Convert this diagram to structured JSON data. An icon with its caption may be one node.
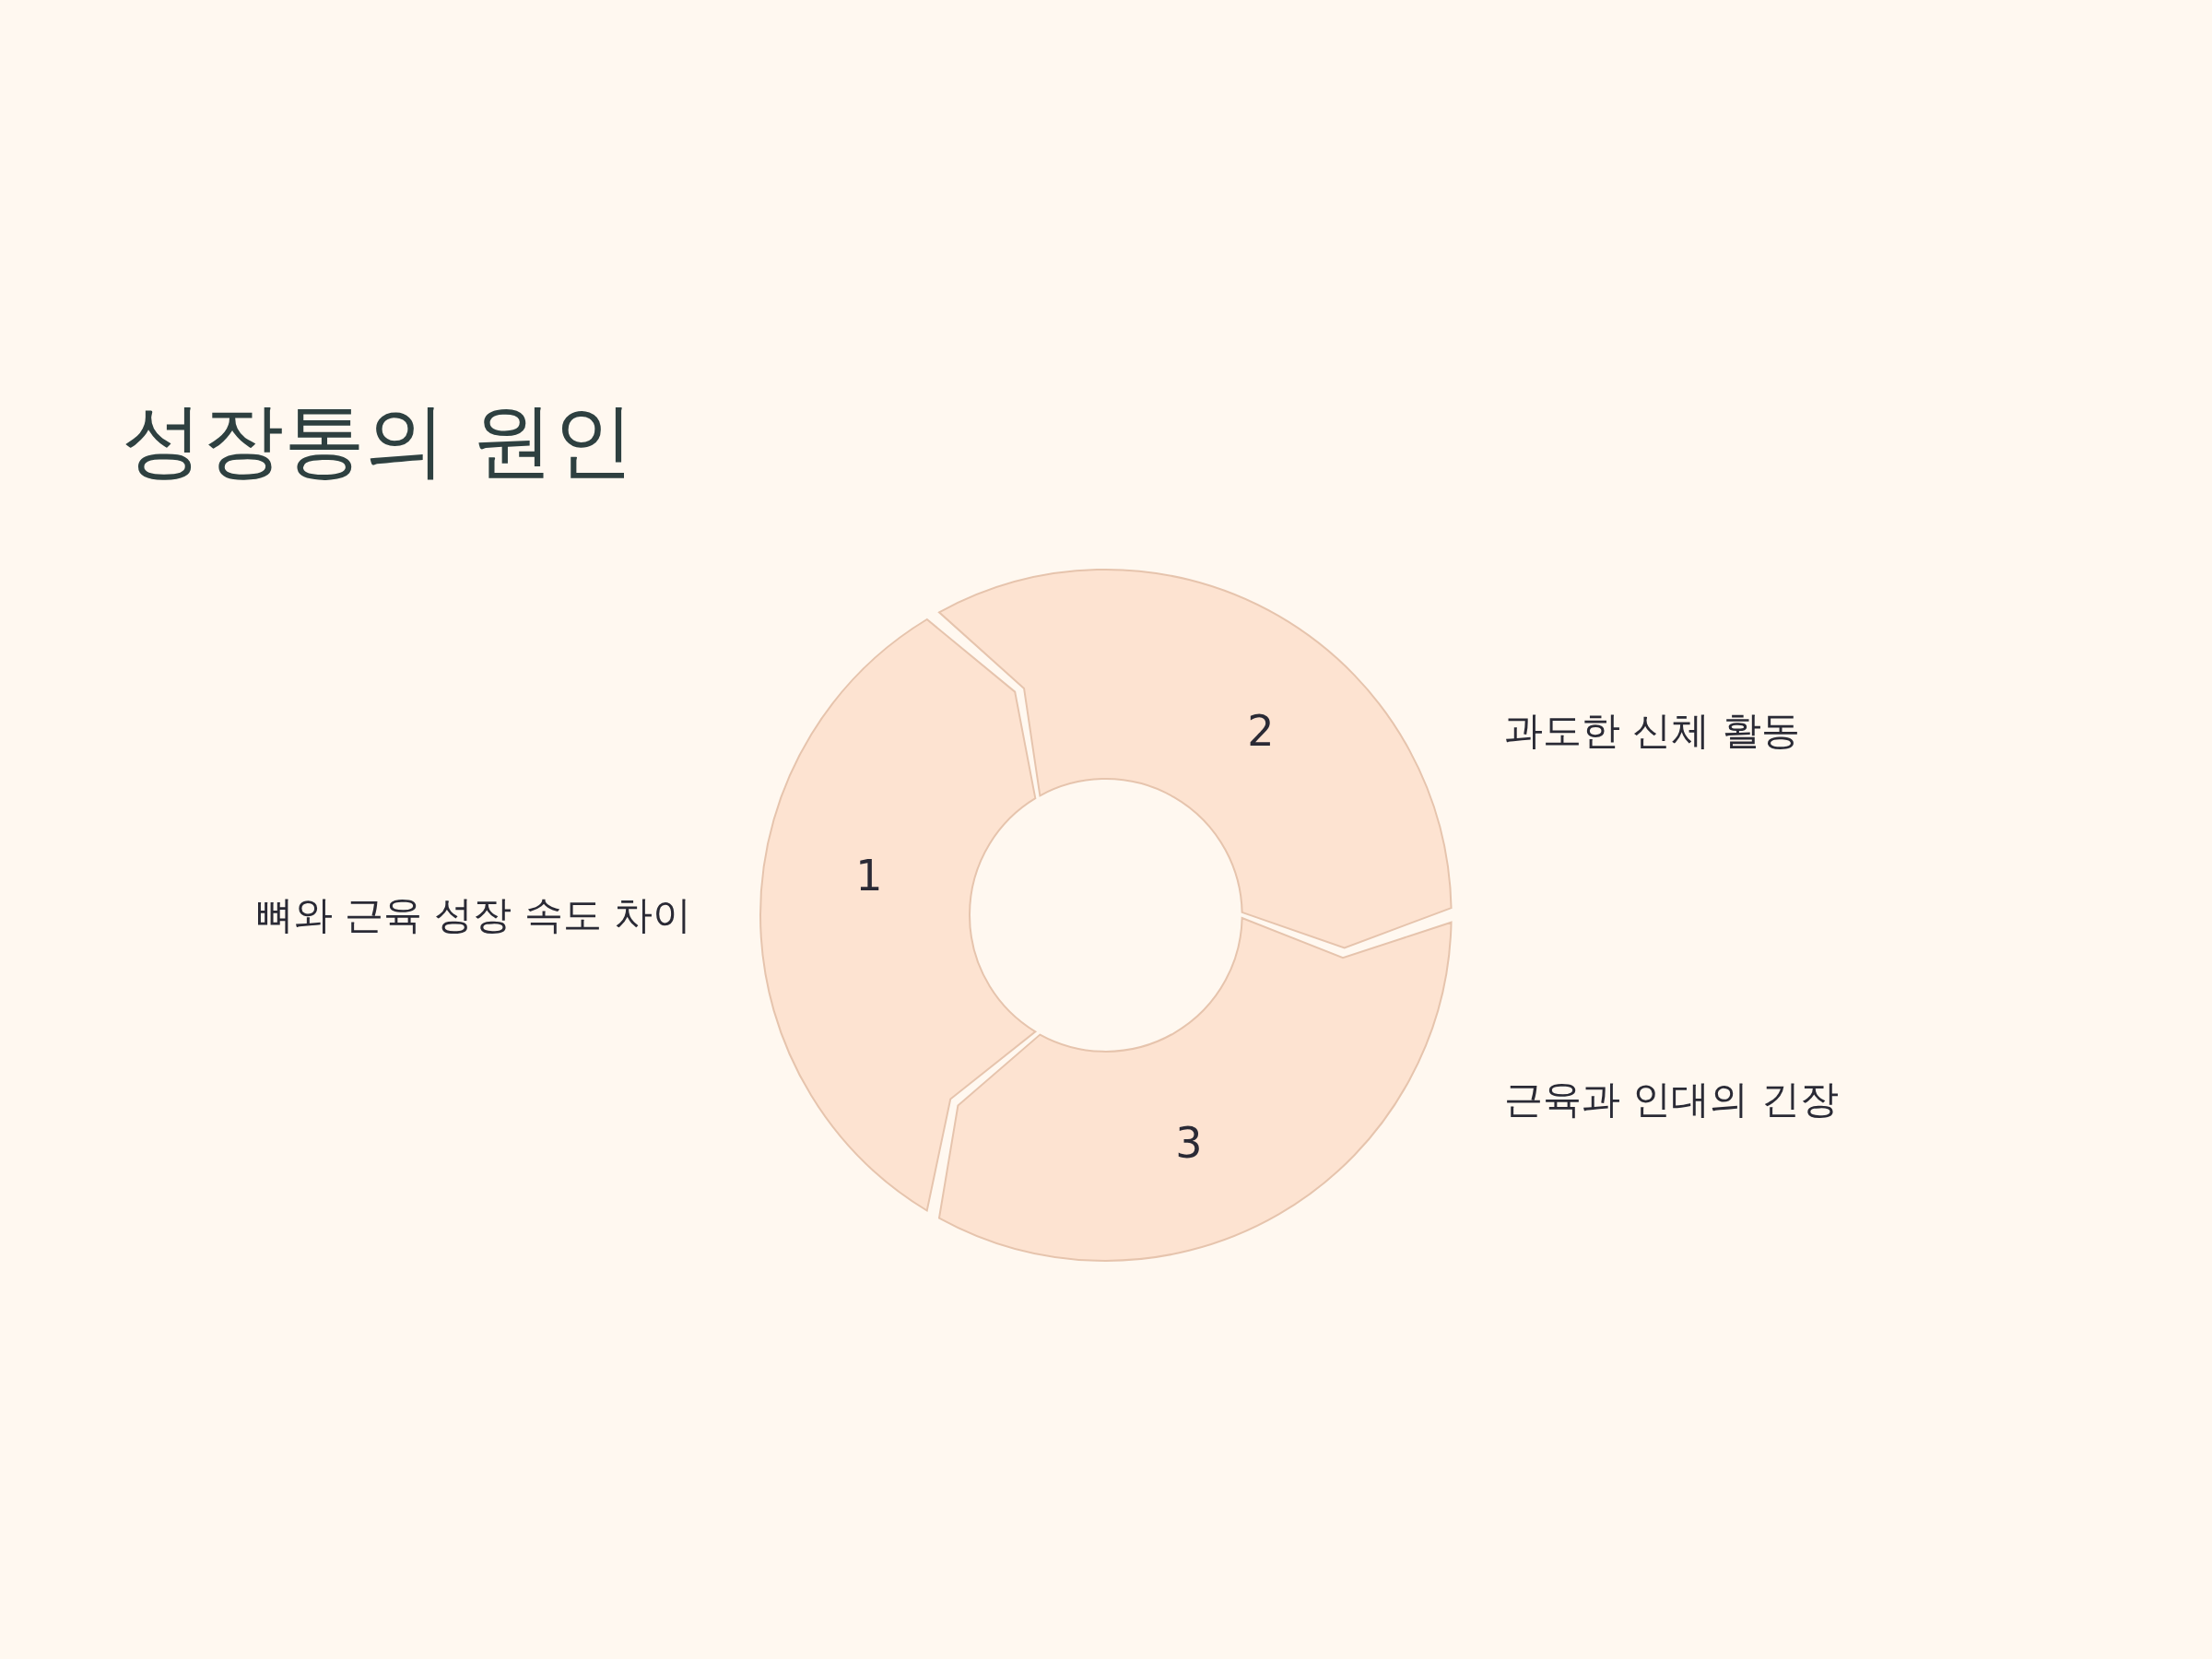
{
  "diagram": {
    "title": "성장통의 원인",
    "nodes": [
      {
        "text": [
          "1"
        ],
        "beside": [
          "뼈와 근육 성장 속도 차이"
        ]
      },
      {
        "text": [
          "2"
        ],
        "beside": [
          "과도한 신체 활동"
        ]
      },
      {
        "text": [
          "3"
        ],
        "beside": [
          "근육과 인대의 긴장"
        ]
      }
    ]
  }
}
